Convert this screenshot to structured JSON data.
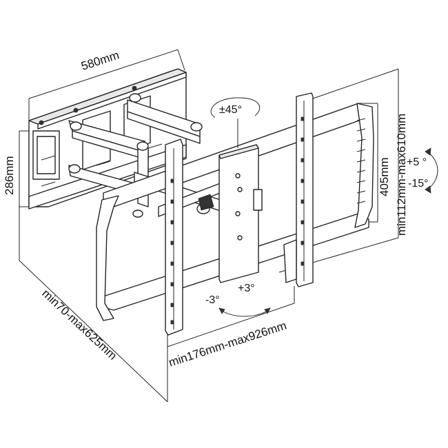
{
  "diagram": {
    "dimensions": {
      "width_top": "580mm",
      "height_left": "286mm",
      "depth": "min70-max625mm",
      "width_bottom": "min176mm-max926mm",
      "vesa_height": "405mm",
      "height_range": "min112mm-max610mm"
    },
    "rotations": {
      "swivel": "±45°",
      "tilt_up": "+5 °",
      "tilt_down": "-15°",
      "level_minus": "-3°",
      "level_plus": "+3°"
    }
  }
}
